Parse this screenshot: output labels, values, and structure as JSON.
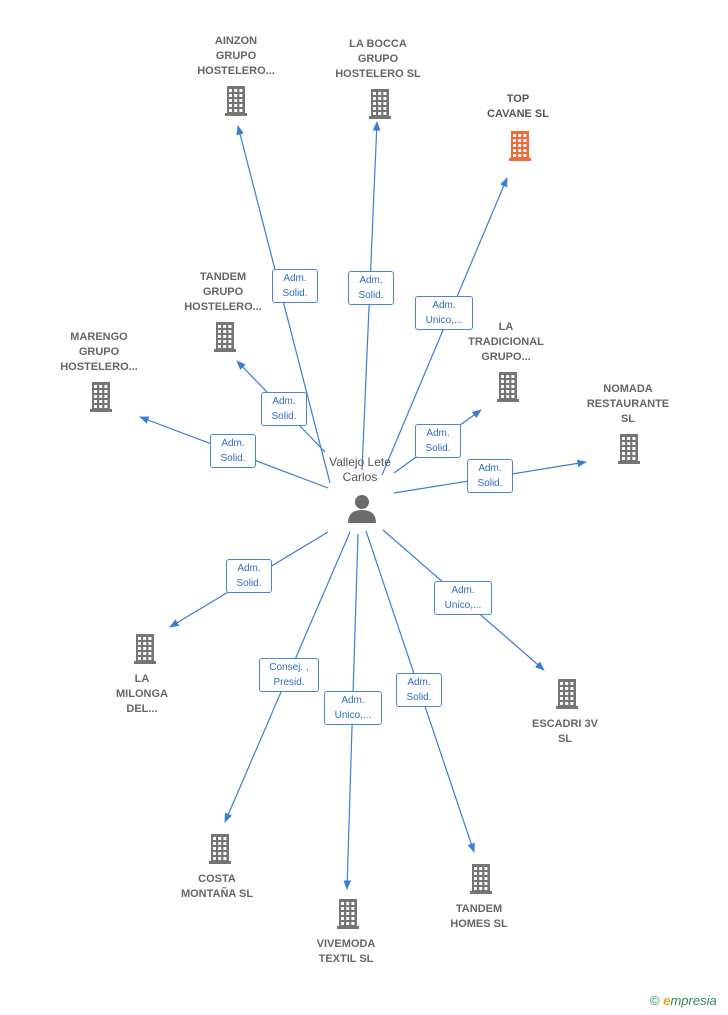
{
  "center": {
    "name": "Vallejo Lete\nCarlos"
  },
  "colors": {
    "edge": "#3b7dd8",
    "building": "#757575",
    "highlight": "#f26a3a",
    "person": "#6b6b6b"
  },
  "companies": [
    {
      "id": "ainzon",
      "label": "AINZON\nGRUPO\nHOSTELERO..."
    },
    {
      "id": "labocca",
      "label": "LA BOCCA\nGRUPO\nHOSTELERO SL"
    },
    {
      "id": "topcavane",
      "label": "TOP\nCAVANE  SL",
      "highlight": true
    },
    {
      "id": "tandemgrupo",
      "label": "TANDEM\nGRUPO\nHOSTELERO..."
    },
    {
      "id": "marengo",
      "label": "MARENGO\nGRUPO\nHOSTELERO..."
    },
    {
      "id": "latradicional",
      "label": "LA\nTRADICIONAL\nGRUPO..."
    },
    {
      "id": "nomada",
      "label": "NOMADA\nRESTAURANTE\nSL"
    },
    {
      "id": "lamilonga",
      "label": "LA\nMILONGA\nDEL..."
    },
    {
      "id": "escadri",
      "label": "ESCADRI 3V\nSL"
    },
    {
      "id": "costa",
      "label": "COSTA\nMONTAÑA SL"
    },
    {
      "id": "vivemoda",
      "label": "VIVEMODA\nTEXTIL  SL"
    },
    {
      "id": "tandemhomes",
      "label": "TANDEM\nHOMES  SL"
    }
  ],
  "roles": [
    {
      "target": "ainzon",
      "label": "Adm.\nSolid."
    },
    {
      "target": "labocca",
      "label": "Adm.\nSolid."
    },
    {
      "target": "topcavane",
      "label": "Adm.\nUnico,..."
    },
    {
      "target": "tandemgrupo",
      "label": "Adm.\nSolid."
    },
    {
      "target": "marengo",
      "label": "Adm.\nSolid."
    },
    {
      "target": "latradicional",
      "label": "Adm.\nSolid."
    },
    {
      "target": "nomada",
      "label": "Adm.\nSolid."
    },
    {
      "target": "lamilonga",
      "label": "Adm.\nSolid."
    },
    {
      "target": "escadri",
      "label": "Adm.\nUnico,..."
    },
    {
      "target": "costa",
      "label": "Consej. ,\nPresid."
    },
    {
      "target": "vivemoda",
      "label": "Adm.\nUnico,..."
    },
    {
      "target": "tandemhomes",
      "label": "Adm.\nSolid."
    }
  ],
  "footer": {
    "copyright": "©",
    "brand_e": "e",
    "brand_rest": "mpresia"
  }
}
